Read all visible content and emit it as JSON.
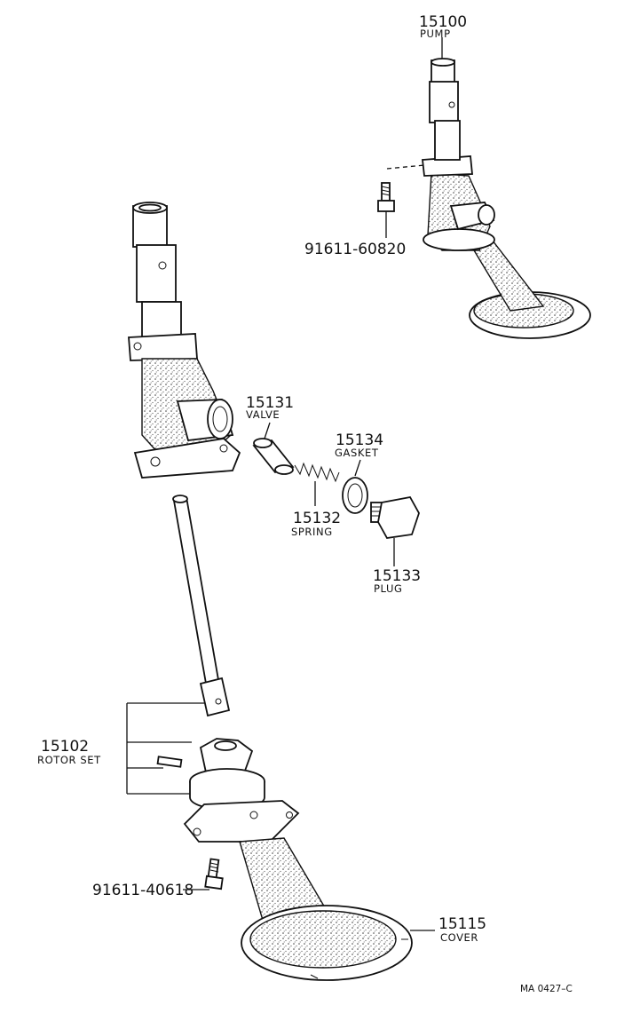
{
  "labels": {
    "pump": {
      "number": "15100",
      "name": "PUMP"
    },
    "bolt_upper": {
      "number": "91611-60820"
    },
    "valve": {
      "number": "15131",
      "name": "VALVE"
    },
    "gasket": {
      "number": "15134",
      "name": "GASKET"
    },
    "spring": {
      "number": "15132",
      "name": "SPRING"
    },
    "plug": {
      "number": "15133",
      "name": "PLUG"
    },
    "rotor_set": {
      "number": "15102",
      "name": "ROTOR SET"
    },
    "bolt_lower": {
      "number": "91611-40618"
    },
    "cover": {
      "number": "15115",
      "name": "COVER"
    }
  },
  "diagram_code": "MA 0427–C"
}
